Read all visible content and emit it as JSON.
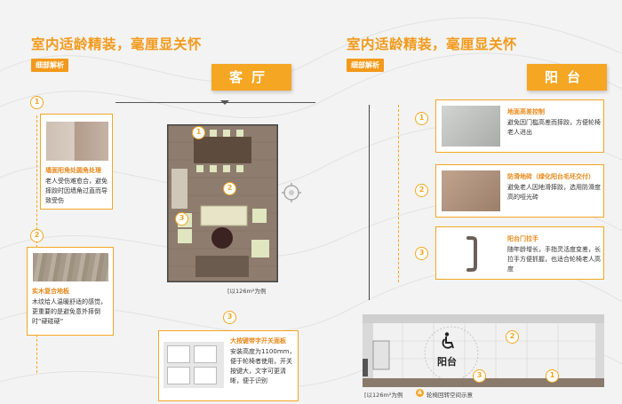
{
  "left": {
    "title": "室内适龄精装，毫厘显关怀",
    "tag": "细部解析",
    "room": "客厅",
    "scale_note": "以126m²为例",
    "items": [
      {
        "num": "1",
        "title": "墙面阳角处圆角处理",
        "desc": "老人受伤难愈合，避免摔跤时因墙角过直而导致受伤"
      },
      {
        "num": "2",
        "title": "实木复合地板",
        "desc": "木纹给人温暖舒适的感觉，更重要的是避免意外摔倒时“硬碰硬”"
      },
      {
        "num": "3",
        "title": "大按键带字开关面板",
        "desc": "安装高度为1100mm，便于轮椅者使用，开关按键大，文字可更清晰，便于识别"
      }
    ],
    "plan_markers": [
      "1",
      "2",
      "3"
    ]
  },
  "right": {
    "title": "室内适龄精装，毫厘显关怀",
    "tag": "细部解析",
    "room": "阳台",
    "scale_note": "以126m²为例",
    "wheelchair_note": "轮椅回转空间示意",
    "wheelchair_marker": "A",
    "balcony_label": "阳台",
    "items": [
      {
        "num": "1",
        "title": "地面高差控制",
        "desc": "避免因门槛高差而摔跤，方便轮椅老人进出"
      },
      {
        "num": "2",
        "title": "防滑地砖（绿化阳台毛坯交付）",
        "desc": "避免老人因地滑摔跤，选用防滑度高的哑光砖"
      },
      {
        "num": "3",
        "title": "阳台门拉手",
        "desc": "随年龄增长，手指灵活度变差，长拉手方便抓握，也适合轮椅老人高度"
      }
    ],
    "plan_markers": [
      "1",
      "2",
      "3"
    ]
  },
  "colors": {
    "accent": "#f5a623",
    "title": "#f39a1c"
  }
}
